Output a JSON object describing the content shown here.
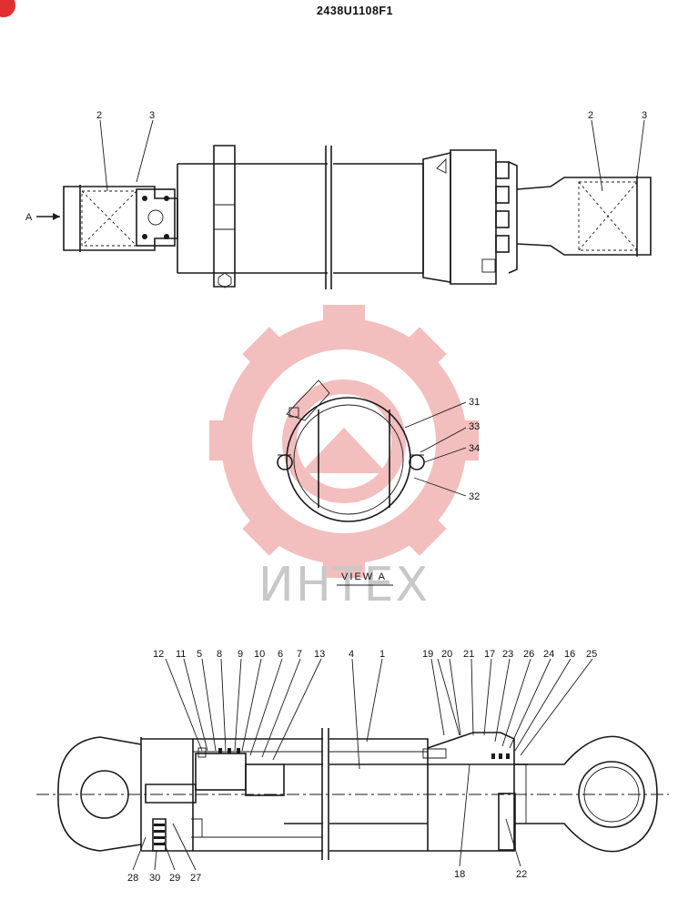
{
  "drawing_number": "2438U1108F1",
  "corner_badge": "",
  "watermark_text": "ИНТЕХ",
  "view_label": "VIEW A",
  "arrow_label": "A",
  "colors": {
    "ink": "#1a1a1a",
    "watermark_red": "#f2b3b3",
    "watermark_gray": "#c8c8c8",
    "badge": "#e0302f"
  },
  "top_view_callouts": {
    "left": [
      "2",
      "3"
    ],
    "right": [
      "2",
      "3"
    ]
  },
  "view_a_callouts": [
    "31",
    "33",
    "34",
    "32"
  ],
  "section_top_callouts": [
    "12",
    "11",
    "5",
    "8",
    "9",
    "10",
    "6",
    "7",
    "13",
    "4",
    "1",
    "19",
    "20",
    "21",
    "17",
    "23",
    "26",
    "24",
    "16",
    "25"
  ],
  "section_bottom_callouts": [
    "28",
    "30",
    "29",
    "27",
    "18",
    "22"
  ]
}
